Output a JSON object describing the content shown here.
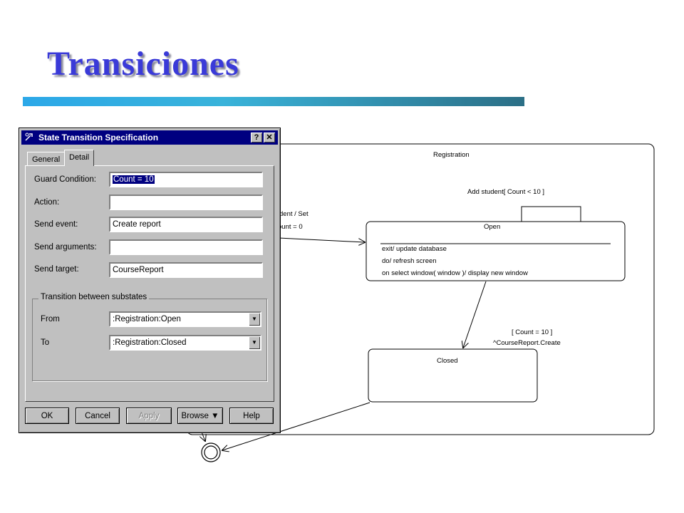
{
  "slide": {
    "title": "Transiciones"
  },
  "diagram": {
    "superstate": "Registration",
    "self_transition": "Add student[ Count < 10 ]",
    "entry_transition_line1": "dent / Set",
    "entry_transition_line2": "ount = 0",
    "open_state": {
      "name": "Open",
      "actions": [
        "exit/ update database",
        "do/ refresh screen",
        "on select window( window )/ display new window"
      ]
    },
    "closed_state": {
      "name": "Closed"
    },
    "closing_transition_guard": "[ Count = 10 ]",
    "closing_transition_event": "^CourseReport.Create"
  },
  "dialog": {
    "title": "State Transition Specification",
    "help_button": "?",
    "close_button": "✕",
    "tabs": [
      "General",
      "Detail"
    ],
    "active_tab": "Detail",
    "fields": {
      "guard_label": "Guard Condition:",
      "guard_value": "Count = 10",
      "action_label": "Action:",
      "action_value": "",
      "send_event_label": "Send event:",
      "send_event_value": "Create report",
      "send_arguments_label": "Send arguments:",
      "send_arguments_value": "",
      "send_target_label": "Send target:",
      "send_target_value": "CourseReport"
    },
    "substates": {
      "group_title": "Transition between substates",
      "from_label": "From",
      "from_value": ":Registration:Open",
      "to_label": "To",
      "to_value": ":Registration:Closed"
    },
    "buttons": {
      "ok": "OK",
      "cancel": "Cancel",
      "apply": "Apply",
      "browse": "Browse ▼",
      "help": "Help"
    }
  },
  "icons": {
    "dropdown": "chevron-down-icon",
    "window": "window-icon"
  }
}
